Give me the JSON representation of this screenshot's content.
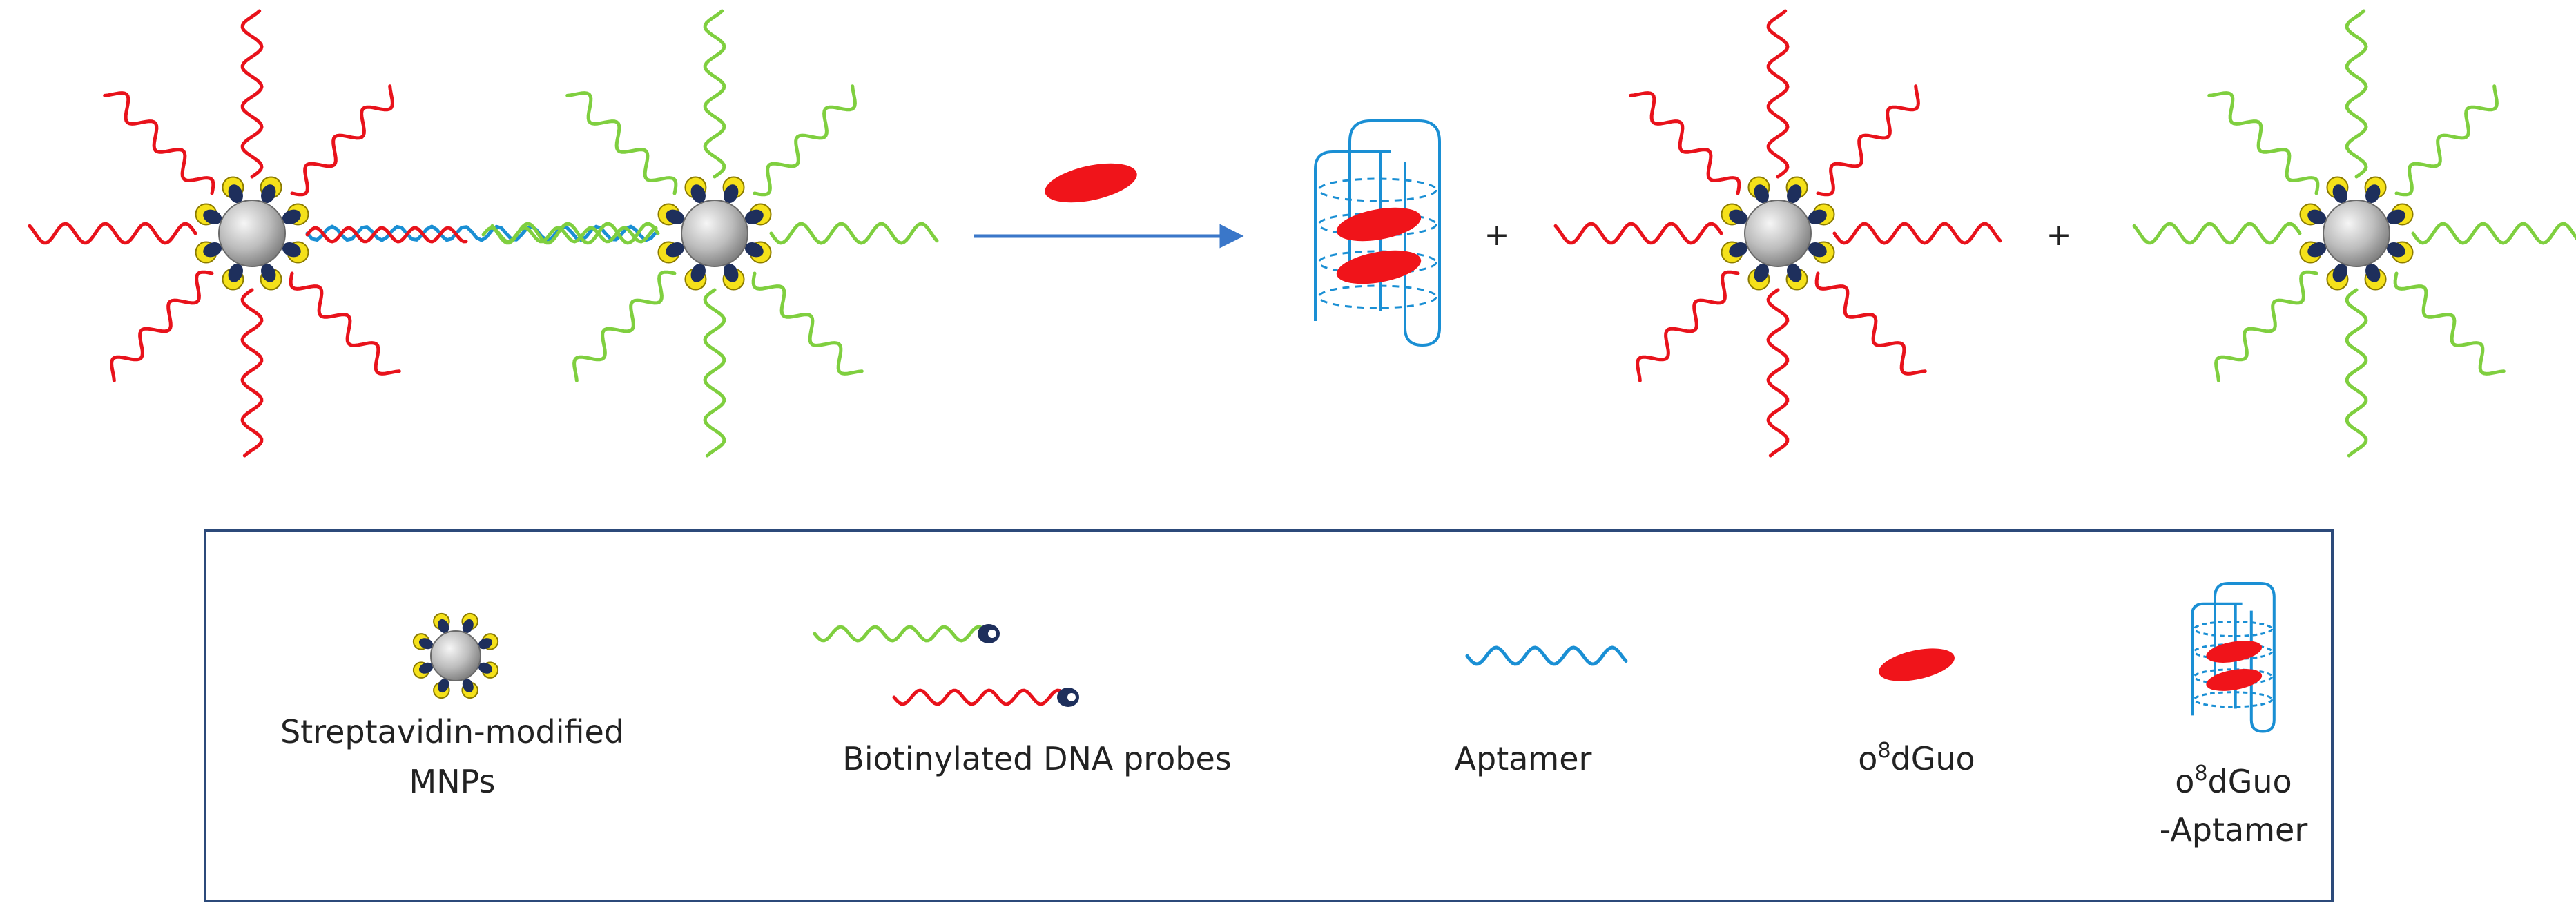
{
  "colors": {
    "red_probe": "#e8121b",
    "green_probe": "#7fcf3f",
    "aptamer_blue": "#1a8fd4",
    "arrow_blue": "#3a77c9",
    "nanoparticle": "#b8b8b8",
    "streptavidin_yellow": "#f5e11a",
    "biotin_navy": "#1e2f5c",
    "molecule_red": "#f0141a",
    "legend_border": "#2c4a7a"
  },
  "operators": {
    "plus_1": "+",
    "plus_2": "+"
  },
  "legend": {
    "mnp": {
      "line1": "Streptavidin-modified",
      "line2": "MNPs"
    },
    "probes": {
      "label": "Biotinylated DNA probes"
    },
    "aptamer": {
      "label": "Aptamer"
    },
    "target": {
      "prefix": "o",
      "sup": "8",
      "rest": "dGuo"
    },
    "complex": {
      "prefix": "o",
      "sup": "8",
      "rest": "dGuo",
      "line2": "-Aptamer"
    }
  }
}
